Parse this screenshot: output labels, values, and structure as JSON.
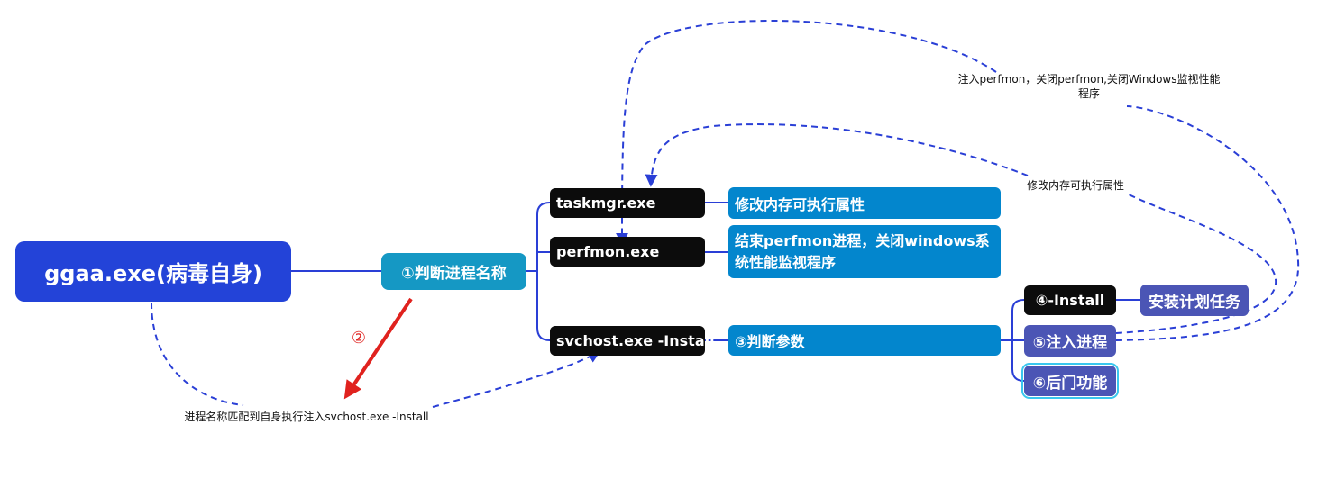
{
  "root": {
    "label": "ggaa.exe(病毒自身)"
  },
  "step1": {
    "label": "①判断进程名称"
  },
  "processes": [
    {
      "name": "taskmgr.exe",
      "action": "修改内存可执行属性"
    },
    {
      "name": "perfmon.exe",
      "action": "结束perfmon进程，关闭windows系统性能监视程序"
    },
    {
      "name": "svchost.exe -Install",
      "action": "③判断参数"
    }
  ],
  "params": {
    "install": {
      "label": "④-Install",
      "child": "安装计划任务"
    },
    "inject": {
      "label": "⑤注入进程"
    },
    "backdoor": {
      "label": "⑥后门功能"
    }
  },
  "annotations": {
    "marker": "②",
    "self_inject": "进程名称匹配到自身执行注入svchost.exe -Install",
    "inject_perfmon": "注入perfmon，关闭perfmon,关闭Windows监视性能程序",
    "modify_memory": "修改内存可执行属性"
  },
  "colors": {
    "root": "#2343d8",
    "branch": "#1598c4",
    "process": "#0c0c0c",
    "action": "#0386cd",
    "param": "#4b55b5",
    "connector": "#2a3fd6",
    "arrow": "#e0221e"
  }
}
